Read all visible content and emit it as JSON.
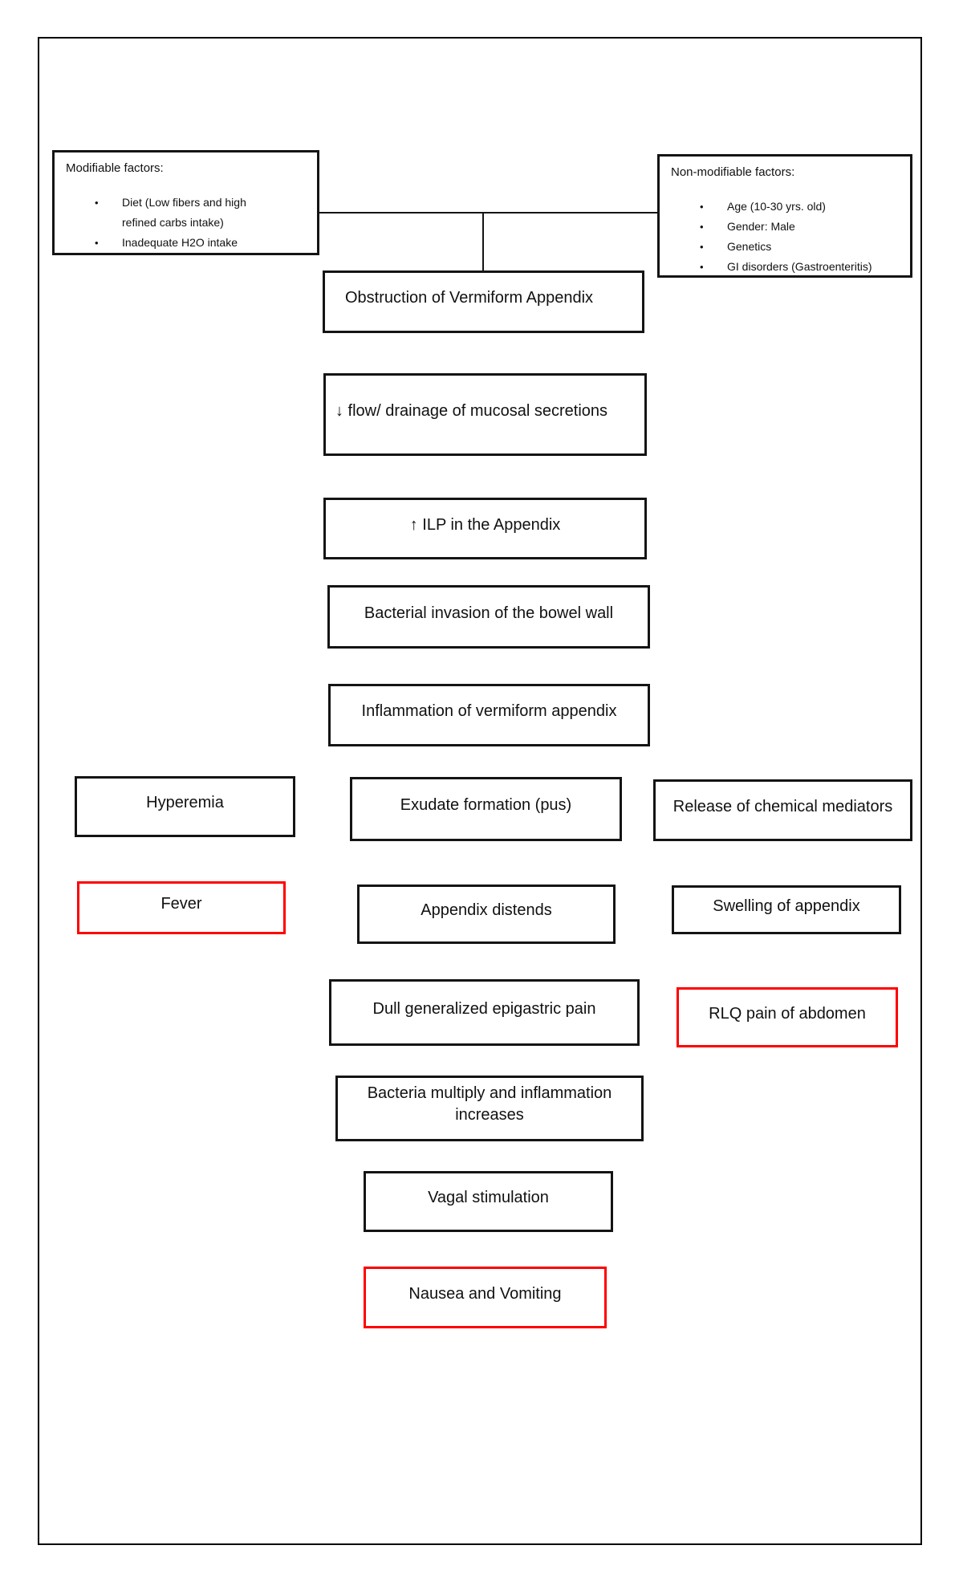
{
  "factors": {
    "modifiable": {
      "heading": "Modifiable factors:",
      "bullet": "•",
      "items": [
        "Diet (Low fibers and high refined carbs intake)",
        "Inadequate H2O intake"
      ]
    },
    "non_modifiable": {
      "heading": "Non-modifiable factors:",
      "bullet": "•",
      "items": [
        "Age (10-30 yrs. old)",
        "Gender: Male",
        "Genetics",
        "GI disorders (Gastroenteritis)"
      ]
    }
  },
  "nodes": {
    "obstruction": "Obstruction of Vermiform Appendix",
    "mucosal_flow": "↓ flow/ drainage of mucosal secretions",
    "ilp": "↑ ILP in the Appendix",
    "bacterial_invasion": "Bacterial invasion of the bowel wall",
    "inflammation": "Inflammation of vermiform appendix",
    "hyperemia": "Hyperemia",
    "exudate": "Exudate formation (pus)",
    "mediators": "Release of chemical mediators",
    "fever": "Fever",
    "distends": "Appendix distends",
    "swelling": "Swelling of appendix",
    "epigastric_pain": "Dull generalized epigastric pain",
    "rlq_pain": "RLQ pain of abdomen",
    "bacteria_multiply": "Bacteria multiply and inflammation increases",
    "vagal": "Vagal stimulation",
    "nausea": "Nausea and Vomiting"
  },
  "colors": {
    "node_border": "#141414",
    "highlight_border": "#fe0000",
    "page_border": "#000000",
    "background": "#ffffff"
  }
}
